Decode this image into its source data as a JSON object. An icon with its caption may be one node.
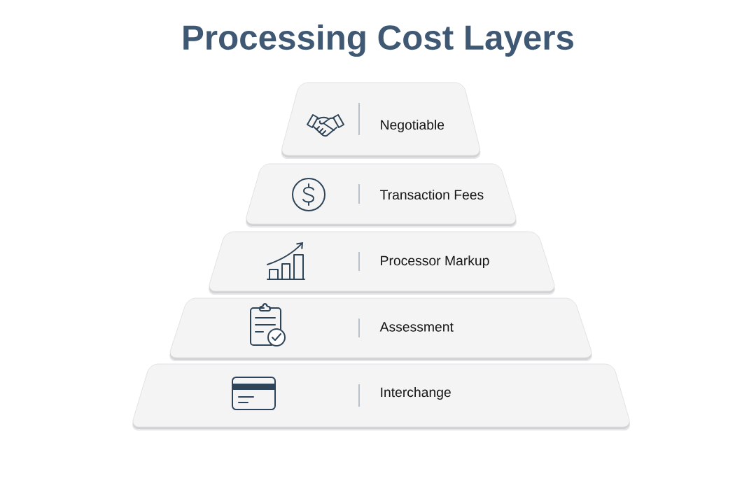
{
  "diagram": {
    "title": "Processing Cost Layers",
    "nodes": [
      {
        "text": [
          "Negotiable"
        ]
      },
      {
        "text": [
          "Transaction Fees"
        ]
      },
      {
        "text": [
          "Processor Markup"
        ]
      },
      {
        "text": [
          "Assessment"
        ]
      },
      {
        "text": [
          "Interchange"
        ]
      }
    ]
  }
}
